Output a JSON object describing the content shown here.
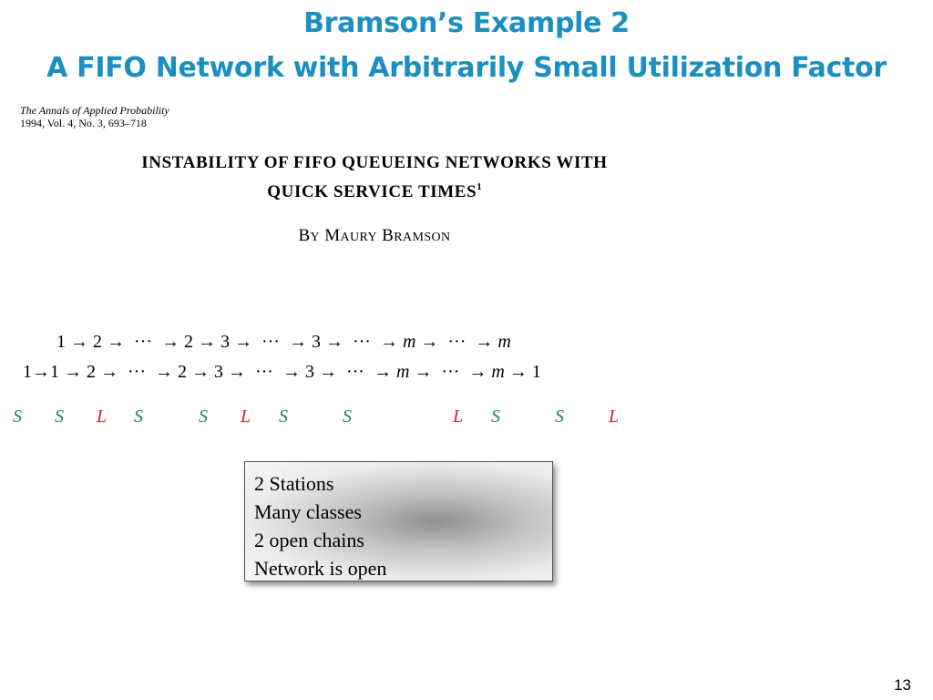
{
  "slide": {
    "title_line1": "Bramson’s Example 2",
    "title_line2": "A FIFO Network with Arbitrarily Small Utilization Factor",
    "page_number": "13"
  },
  "paper": {
    "journal_name": "The Annals of Applied Probability",
    "journal_volume": "1994, Vol. 4, No. 3, 693–718",
    "title_line1": "INSTABILITY OF FIFO QUEUEING NETWORKS WITH",
    "title_line2": "QUICK SERVICE TIMES",
    "title_footnote": "1",
    "author_by": "B",
    "author_by_rest": "Y",
    "author_first_initial": "M",
    "author_first_rest": "AURY",
    "author_last_initial": "B",
    "author_last_rest": "RAMSON"
  },
  "routes": {
    "line1": "1 → 2 →  ···  → 2 → 3 →  ···  → 3 →  ···  → m →  ···  → m",
    "line2": "1→1 → 2 →  ···  → 2 → 3 →  ···  → 3 →  ···  → m →  ···  → m → 1"
  },
  "service_labels": [
    "S",
    "S",
    "L",
    "S",
    "S",
    "L",
    "S",
    "S",
    "L",
    "S",
    "S",
    "L"
  ],
  "summary_box": {
    "items": [
      "2 Stations",
      "Many classes",
      "2 open chains",
      "Network is open"
    ]
  },
  "colors": {
    "title": "#1a8fc0",
    "short_service": "#1f7a86",
    "long_service": "#e0201a"
  }
}
